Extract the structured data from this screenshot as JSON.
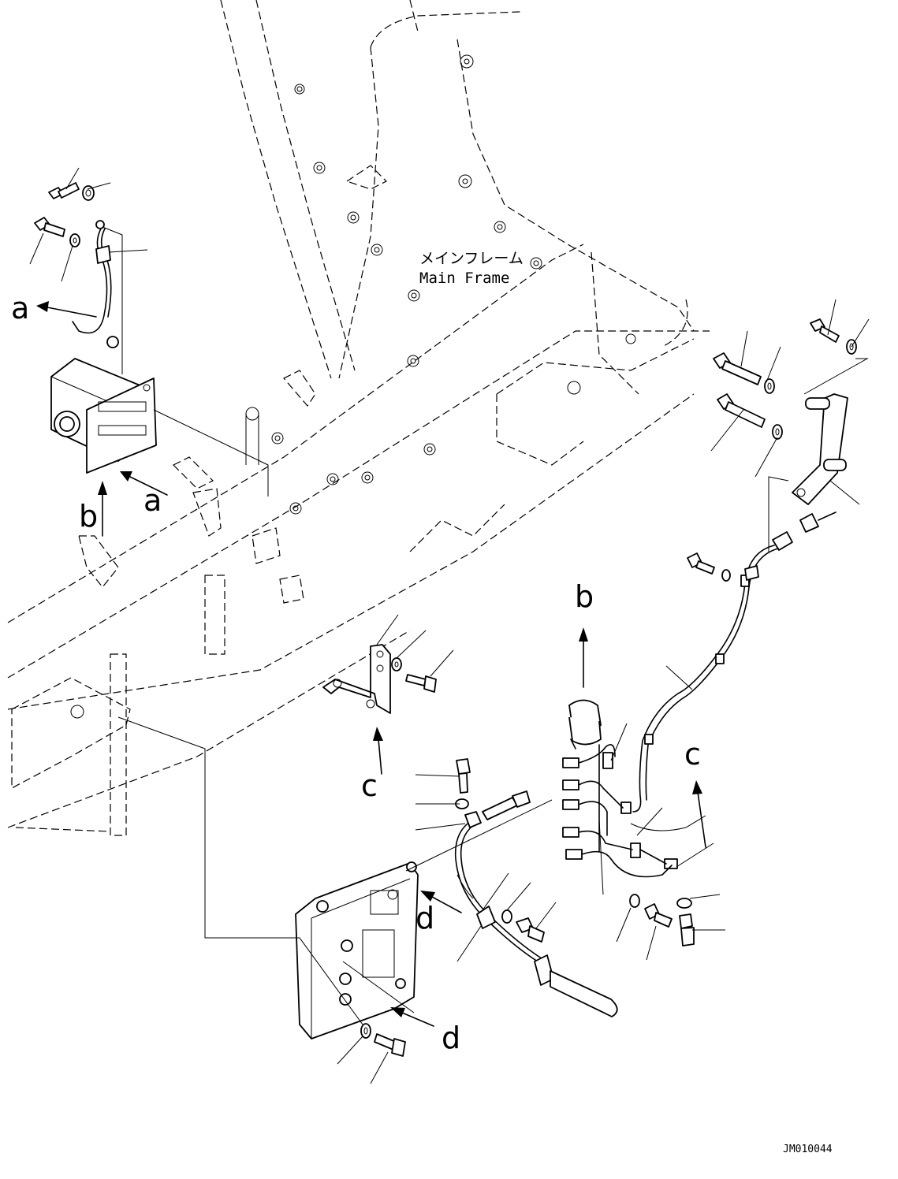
{
  "labels": {
    "main_frame_jp": "メインフレーム",
    "main_frame_en": "Main Frame",
    "drawing_code": "JM010044"
  },
  "view_markers": {
    "a1": "a",
    "a2": "a",
    "b1": "b",
    "b2": "b",
    "c1": "c",
    "c2": "c",
    "d1": "d",
    "d2": "d"
  }
}
